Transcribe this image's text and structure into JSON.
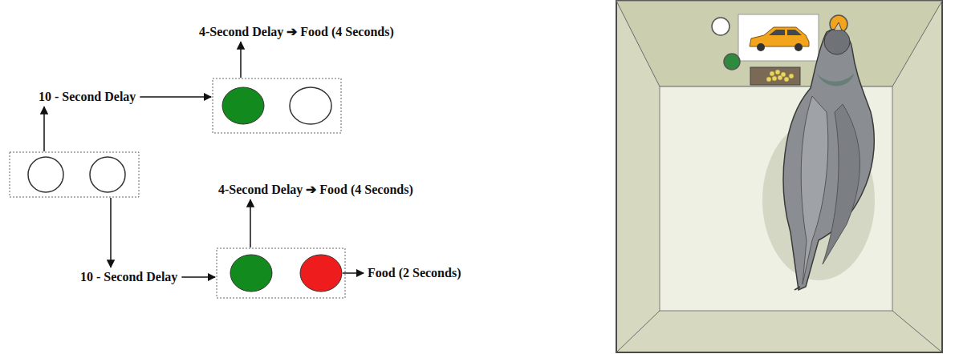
{
  "diagram": {
    "labels": [
      "4-Second Delay ➔ Food (4 Seconds)",
      "10 - Second Delay",
      "4-Second Delay ➔ Food (4 Seconds)",
      "10 - Second Delay",
      "Food (2 Seconds)"
    ]
  }
}
